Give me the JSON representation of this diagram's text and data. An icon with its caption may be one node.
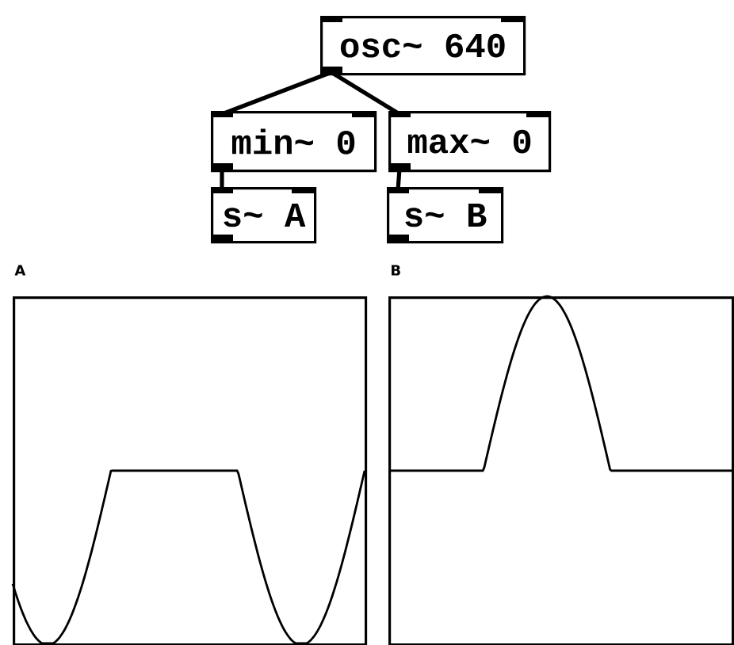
{
  "diagram": {
    "nodes": [
      {
        "text": [
          "osc~ 640"
        ]
      },
      {
        "text": [
          "min~ 0"
        ]
      },
      {
        "text": [
          "max~ 0"
        ]
      },
      {
        "text": [
          "s~ A"
        ]
      },
      {
        "text": [
          "s~ B"
        ]
      },
      {
        "text": [
          "A"
        ]
      },
      {
        "text": [
          "B"
        ]
      }
    ],
    "edges": [
      {
        "from": 0,
        "to": 1,
        "arrow": "none"
      },
      {
        "from": 0,
        "to": 2,
        "arrow": "none"
      },
      {
        "from": 1,
        "to": 3,
        "arrow": "none"
      },
      {
        "from": 2,
        "to": 4,
        "arrow": "none"
      }
    ]
  }
}
